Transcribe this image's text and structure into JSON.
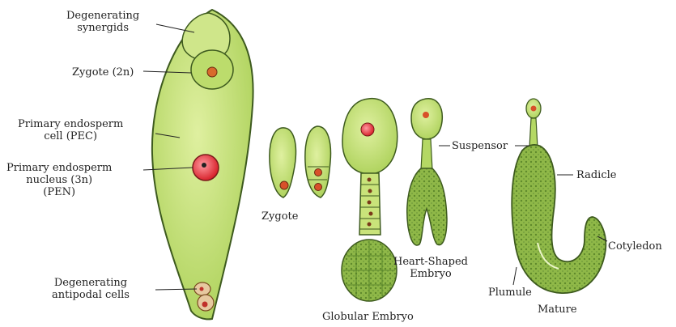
{
  "labels": {
    "degenerating_synergids": "Degenerating\nsynergids",
    "zygote_2n": "Zygote (2n)",
    "pec": "Primary endosperm\ncell (PEC)",
    "pen": "Primary endosperm\nnucleus (3n)\n(PEN)",
    "antipodal": "Degenerating\nantipodal cells",
    "zygote": "Zygote",
    "globular": "Globular Embryo",
    "heart": "Heart-Shaped\nEmbryo",
    "suspensor": "Suspensor",
    "radicle": "Radicle",
    "cotyledon": "Cotyledon",
    "plumule": "Plumule",
    "mature": "Mature"
  },
  "colors": {
    "cell_fill": "#c9e37a",
    "cell_stroke": "#3d5a1e",
    "nucleus_red": "#e0312f",
    "embryo_dark": "#6f9a3a"
  }
}
